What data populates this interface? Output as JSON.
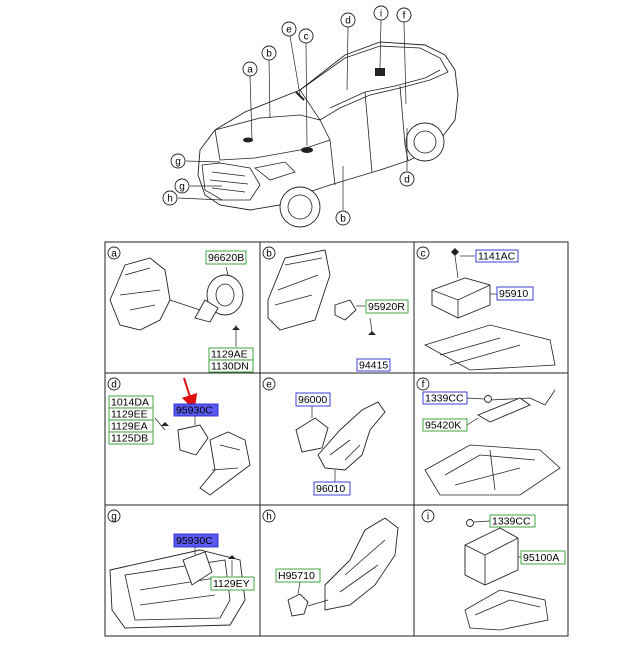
{
  "overview": {
    "callouts": [
      "a",
      "b",
      "c",
      "d",
      "e",
      "f",
      "g",
      "h",
      "i"
    ]
  },
  "panels": [
    {
      "id": "a",
      "letter": "a",
      "parts": [
        {
          "code": "96620B",
          "box": "green",
          "highlight": false
        },
        {
          "code": "1129AE",
          "box": "green",
          "highlight": false
        },
        {
          "code": "1130DN",
          "box": "green",
          "highlight": false
        }
      ]
    },
    {
      "id": "b",
      "letter": "b",
      "parts": [
        {
          "code": "95920R",
          "box": "green",
          "highlight": false
        },
        {
          "code": "94415",
          "box": "blue",
          "highlight": false
        }
      ]
    },
    {
      "id": "c",
      "letter": "c",
      "parts": [
        {
          "code": "1141AC",
          "box": "blue",
          "highlight": false
        },
        {
          "code": "95910",
          "box": "blue",
          "highlight": false
        }
      ]
    },
    {
      "id": "d",
      "letter": "d",
      "parts": [
        {
          "code": "1014DA",
          "box": "green",
          "highlight": false
        },
        {
          "code": "1129EE",
          "box": "green",
          "highlight": false
        },
        {
          "code": "1129EA",
          "box": "green",
          "highlight": false
        },
        {
          "code": "1125DB",
          "box": "green",
          "highlight": false
        },
        {
          "code": "95930C",
          "box": "blue",
          "highlight": true
        }
      ]
    },
    {
      "id": "e",
      "letter": "e",
      "parts": [
        {
          "code": "96000",
          "box": "blue",
          "highlight": false
        },
        {
          "code": "96010",
          "box": "blue",
          "highlight": false
        }
      ]
    },
    {
      "id": "f",
      "letter": "f",
      "parts": [
        {
          "code": "1339CC",
          "box": "blue",
          "highlight": false
        },
        {
          "code": "95420K",
          "box": "green",
          "highlight": false
        }
      ]
    },
    {
      "id": "g",
      "letter": "g",
      "parts": [
        {
          "code": "95930C",
          "box": "blue",
          "highlight": true
        },
        {
          "code": "1129EY",
          "box": "green",
          "highlight": false
        }
      ]
    },
    {
      "id": "h",
      "letter": "h",
      "parts": [
        {
          "code": "H95710",
          "box": "green",
          "highlight": false
        }
      ]
    },
    {
      "id": "i",
      "letter": "i",
      "parts": [
        {
          "code": "1339CC",
          "box": "green",
          "highlight": false
        },
        {
          "code": "95100A",
          "box": "green",
          "highlight": false
        }
      ]
    }
  ],
  "colors": {
    "green_box": "#2e9a2e",
    "blue_box": "#2b2bd0",
    "highlight_fill": "#5a5af0",
    "pointer_arrow": "#e01010"
  },
  "icons": [
    "vehicle-overview-drawing",
    "red-pointer-arrow"
  ]
}
